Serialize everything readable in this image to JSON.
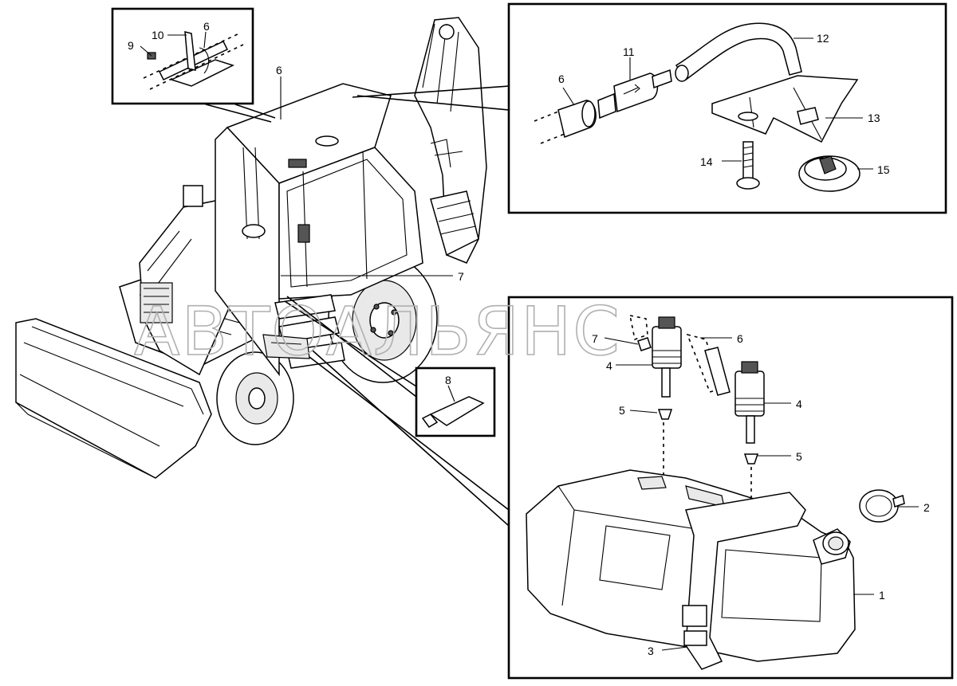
{
  "watermark": "АВТОАЛЬЯНС",
  "callouts": {
    "inset_clip": {
      "c9": "9",
      "c10": "10",
      "c6": "6"
    },
    "machine": {
      "c6": "6",
      "c7": "7"
    },
    "inset_pump_line": {
      "c6": "6",
      "c11": "11",
      "c12": "12",
      "c13": "13",
      "c14": "14",
      "c15": "15"
    },
    "inset_sealant": {
      "c8": "8"
    },
    "inset_reservoir": {
      "c7": "7",
      "c4a": "4",
      "c6": "6",
      "c4b": "4",
      "c5a": "5",
      "c5b": "5",
      "c2": "2",
      "c1": "1",
      "c3": "3"
    }
  }
}
